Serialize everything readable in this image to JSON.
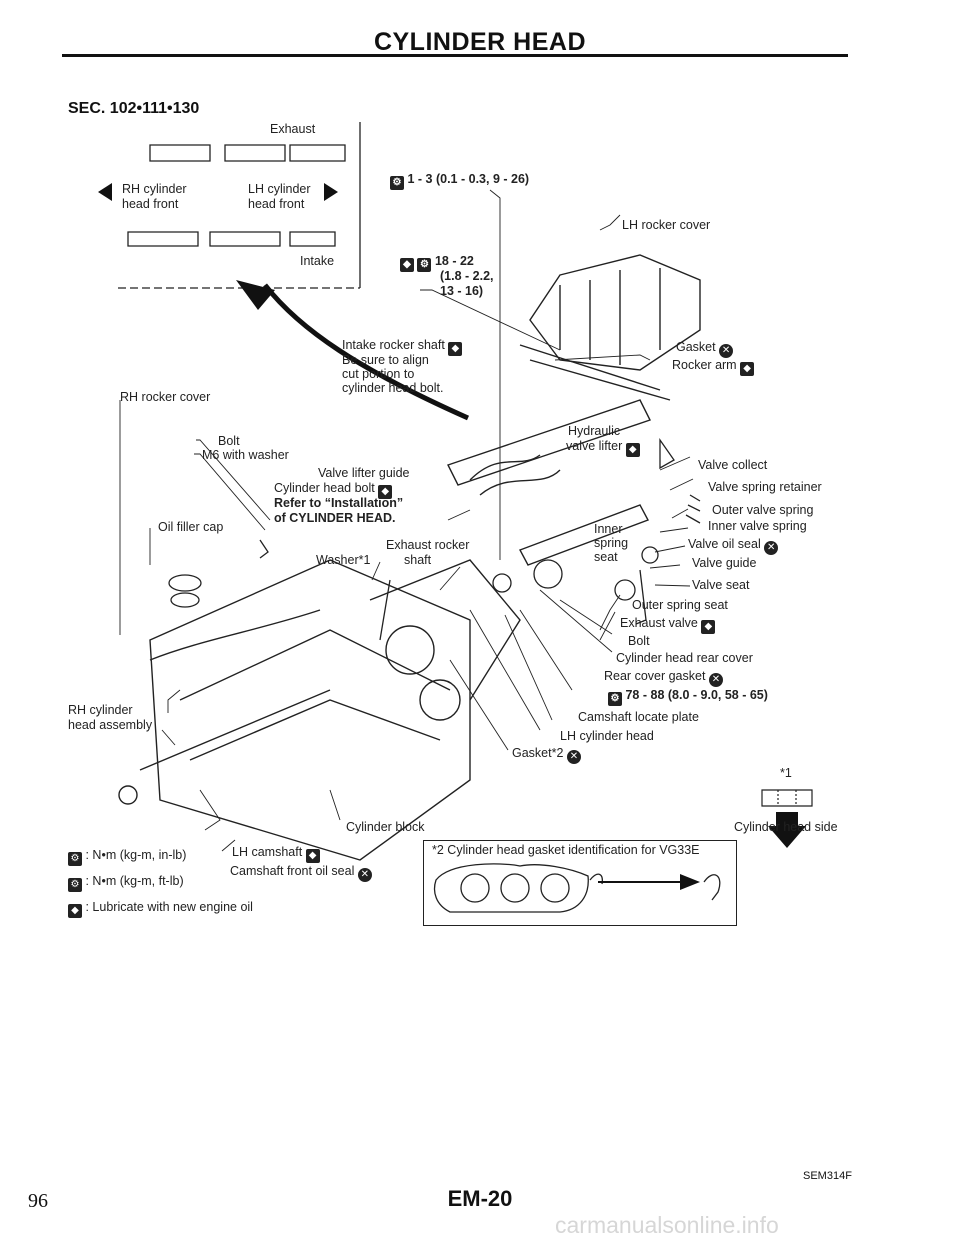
{
  "header": {
    "title": "CYLINDER HEAD"
  },
  "section": "SEC. 102•111•130",
  "inset": {
    "exhaust": "Exhaust",
    "intake": "Intake",
    "rh_front": "RH cylinder\nhead front",
    "lh_front": "LH cylinder\nhead front"
  },
  "torque": {
    "rocker_cover": "1 - 3 (0.1 - 0.3, 9 - 26)",
    "rocker_shaft": "18 - 22",
    "rocker_shaft_2": "(1.8 - 2.2,",
    "rocker_shaft_3": "13 - 16)",
    "rear_cover": "78 - 88 (8.0 - 9.0, 58 - 65)"
  },
  "labels": {
    "lh_rocker_cover": "LH rocker cover",
    "gasket": "Gasket",
    "rocker_arm": "Rocker arm",
    "intake_rocker_shaft": "Intake rocker shaft",
    "align_1": "Be sure to align",
    "align_2": "cut portion to",
    "align_3": "cylinder head bolt.",
    "rh_rocker_cover": "RH rocker cover",
    "hydraulic_1": "Hydraulic",
    "hydraulic_2": "valve lifter",
    "bolt_top": "Bolt",
    "m6_washer": "M6 with washer",
    "valve_lifter_guide": "Valve lifter guide",
    "cyl_head_bolt": "Cylinder head bolt",
    "refer_1": "Refer to “Installation”",
    "refer_2": "of CYLINDER HEAD.",
    "valve_collet": "Valve collect",
    "valve_spring_retainer": "Valve spring retainer",
    "outer_valve_spring": "Outer valve spring",
    "inner_valve_spring": "Inner valve spring",
    "valve_oil_seal": "Valve oil seal",
    "valve_guide": "Valve guide",
    "valve_seat": "Valve seat",
    "outer_spring_seat": "Outer spring seat",
    "exhaust_valve": "Exhaust valve",
    "bolt_bottom": "Bolt",
    "rear_cover": "Cylinder head rear cover",
    "rear_cover_gasket": "Rear cover gasket",
    "camshaft_locate": "Camshaft locate plate",
    "lh_cylinder_head": "LH cylinder head",
    "gasket2": "Gasket*2",
    "oil_filler_cap": "Oil filler cap",
    "inner_1": "Inner",
    "inner_2": "spring",
    "inner_3": "seat",
    "exhaust_rocker_1": "Exhaust rocker",
    "exhaust_rocker_2": "shaft",
    "washer1": "Washer*1",
    "rh_head_1": "RH cylinder",
    "rh_head_2": "head assembly",
    "cylinder_block": "Cylinder block",
    "lh_camshaft": "LH camshaft",
    "camshaft_oil_seal": "Camshaft front oil seal",
    "star1": "*1",
    "cylinder_head_side": "Cylinder head side"
  },
  "legend": {
    "nm_in": ": N•m (kg-m, in-lb)",
    "nm_ft": ": N•m (kg-m, ft-lb)",
    "lube": ": Lubricate with new engine oil"
  },
  "note_box": {
    "text": "*2 Cylinder head gasket identification for VG33E"
  },
  "footer": {
    "page": "96",
    "code": "EM-20",
    "figure": "SEM314F",
    "watermark": "carmanualsonline.info"
  }
}
